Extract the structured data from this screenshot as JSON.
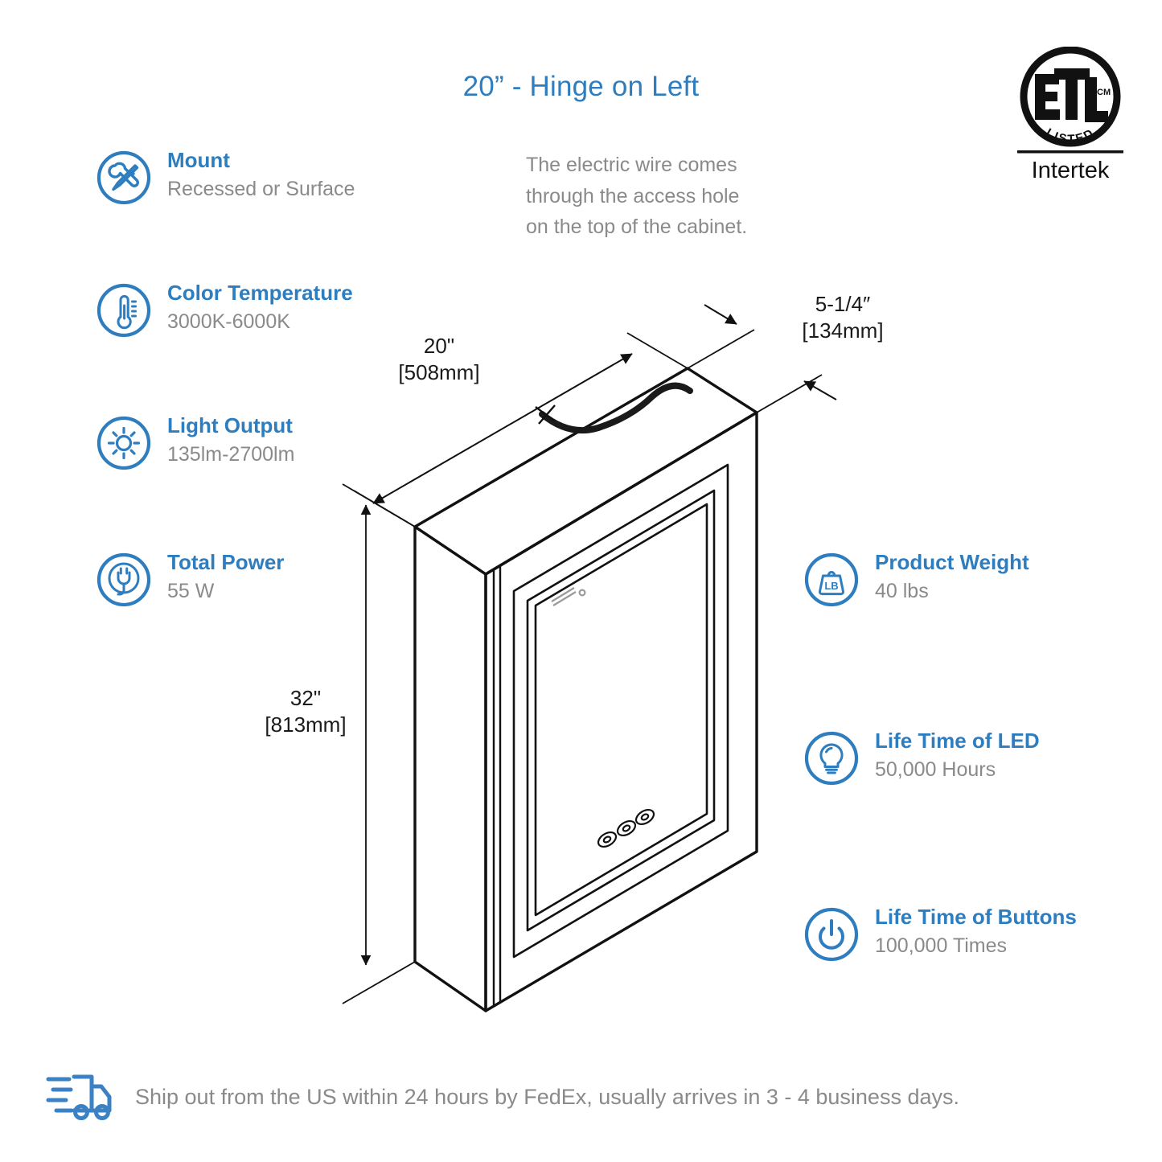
{
  "title": "20” - Hinge on Left",
  "accent_color": "#2E7DBF",
  "muted_color": "#8a8a8a",
  "line_color": "#1a1a1a",
  "note": {
    "line1": "The electric wire comes",
    "line2": "through the access hole",
    "line3": "on the top of the cabinet."
  },
  "certification": {
    "mark": "ETL",
    "superscript": "CM",
    "listed": "LISTED",
    "company": "Intertek"
  },
  "features_left": [
    {
      "icon": "tools-icon",
      "label": "Mount",
      "value": "Recessed or Surface"
    },
    {
      "icon": "thermometer-icon",
      "label": "Color Temperature",
      "value": "3000K-6000K"
    },
    {
      "icon": "brightness-icon",
      "label": "Light Output",
      "value": "135lm-2700lm"
    },
    {
      "icon": "plug-icon",
      "label": "Total Power",
      "value": "55 W"
    }
  ],
  "features_right": [
    {
      "icon": "weight-icon",
      "label": "Product Weight",
      "value": "40 lbs",
      "badge": "LB"
    },
    {
      "icon": "bulb-icon",
      "label": "Life Time of LED",
      "value": "50,000 Hours"
    },
    {
      "icon": "power-icon",
      "label": "Life Time of Buttons",
      "value": "100,000 Times"
    }
  ],
  "dimensions": {
    "width": {
      "imperial": "20\"",
      "metric": "[508mm]"
    },
    "depth": {
      "imperial": "5-1/4″",
      "metric": "[134mm]"
    },
    "height": {
      "imperial": "32\"",
      "metric": "[813mm]"
    }
  },
  "shipping": {
    "icon": "delivery-truck-icon",
    "text": "Ship out from the US within 24 hours by FedEx, usually arrives in 3 - 4 business days."
  }
}
